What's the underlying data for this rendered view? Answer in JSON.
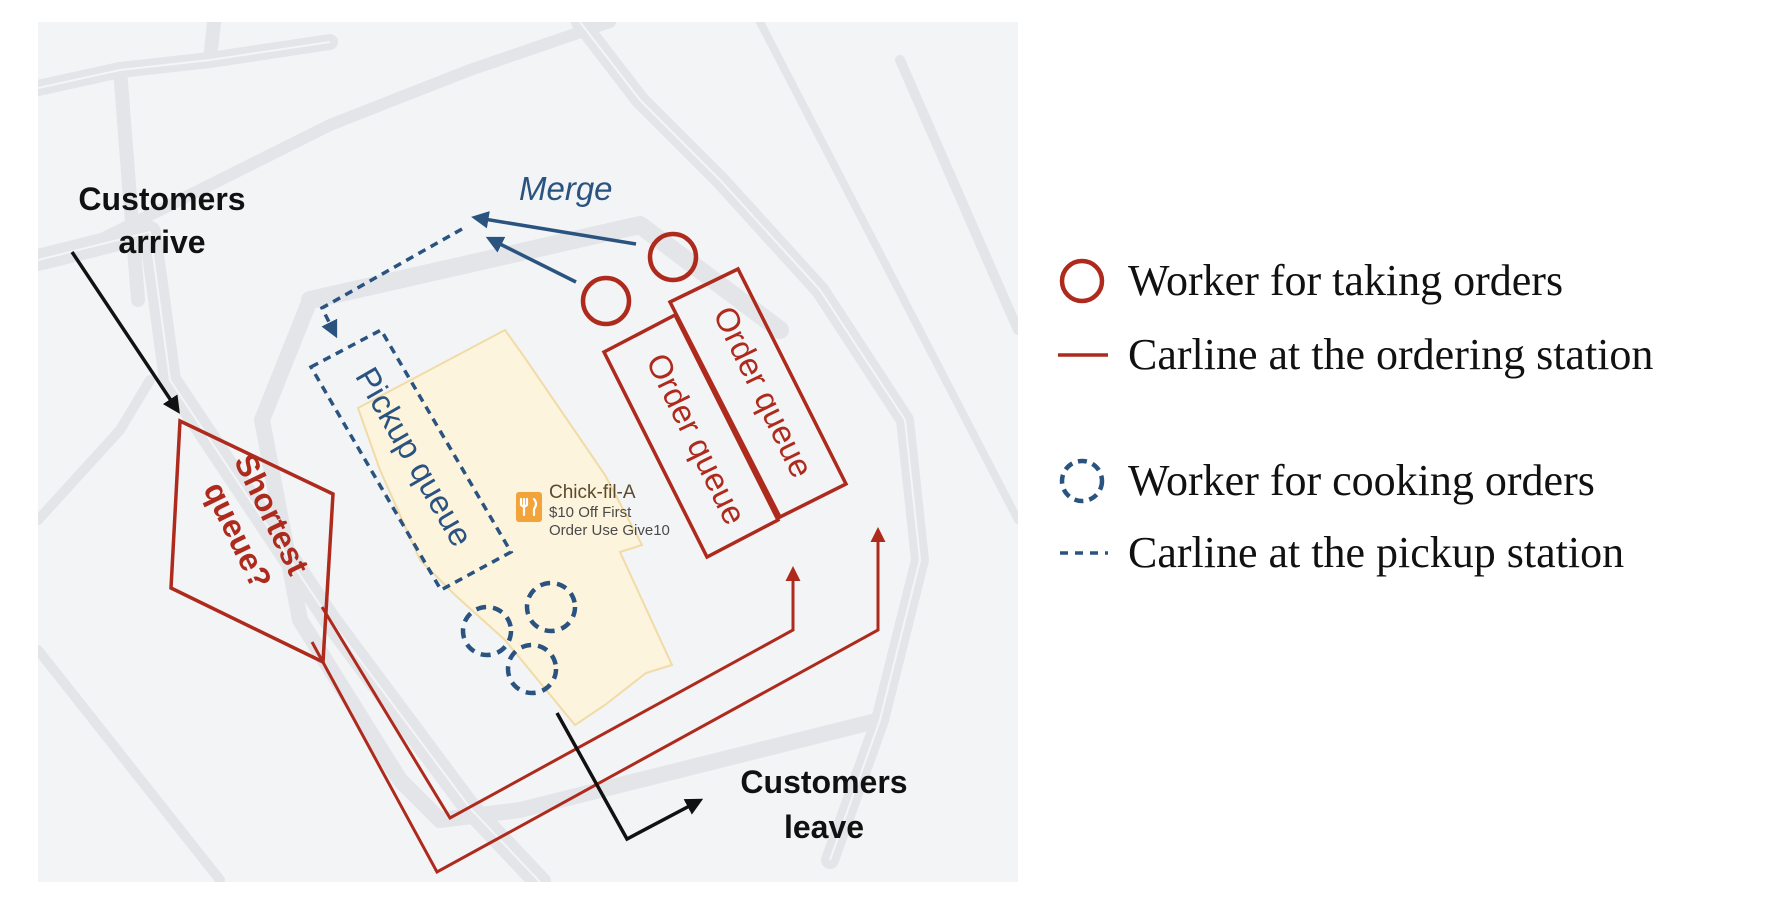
{
  "map": {
    "place_name": "Chick-fil-A",
    "place_icon": "restaurant-fork-knife-icon",
    "promo_line1": "$10 Off First",
    "promo_line2": "Order Use Give10",
    "place_icon_color": "#f2a33a"
  },
  "labels": {
    "arrive_line1": "Customers",
    "arrive_line2": "arrive",
    "leave_line1": "Customers",
    "leave_line2": "leave",
    "merge": "Merge",
    "shortest_line1": "Shortest",
    "shortest_line2": "queue?",
    "order_queue_1": "Order queue",
    "order_queue_2": "Order queue",
    "pickup_queue": "Pickup queue"
  },
  "legend": {
    "items": [
      {
        "label": "Worker for taking orders",
        "symbol": "solid-circle"
      },
      {
        "label": "Carline at the ordering station",
        "symbol": "solid-line"
      },
      {
        "label": "Worker for cooking orders",
        "symbol": "dashed-circle"
      },
      {
        "label": "Carline at the pickup station",
        "symbol": "dashed-line"
      }
    ]
  },
  "colors": {
    "order": "#ad2a1c",
    "pickup": "#2a5380",
    "flow": "#111111",
    "map_background": "#f3f4f6"
  }
}
